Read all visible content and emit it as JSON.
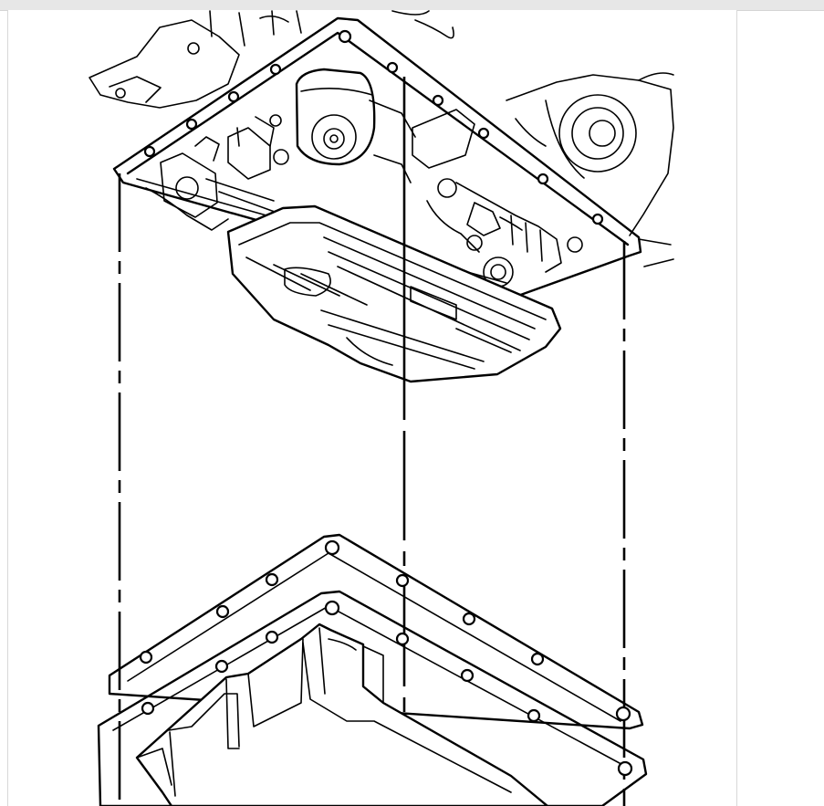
{
  "viewer": {
    "background": "#ffffff",
    "chrome_color": "#e7e7e7",
    "border_color": "#d8d8d8"
  },
  "figure": {
    "style": "black line art",
    "components": [
      {
        "name": "valve-body",
        "icon": "transmission-valve-body"
      },
      {
        "name": "oil-pan-gasket",
        "icon": "gasket-outline"
      },
      {
        "name": "oil-pan",
        "icon": "oil-pan"
      }
    ]
  }
}
